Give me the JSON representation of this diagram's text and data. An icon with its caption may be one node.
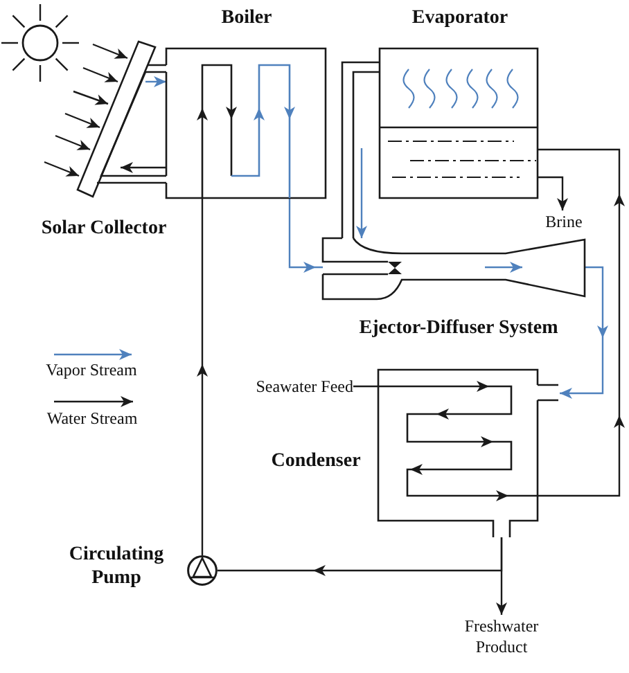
{
  "diagram": {
    "nodes": [
      {
        "text": [
          "Solar Collector"
        ]
      },
      {
        "text": [
          "Boiler"
        ]
      },
      {
        "text": [
          "Evaporator"
        ]
      },
      {
        "text": [
          "Brine"
        ]
      },
      {
        "text": [
          "Ejector-Diffuser System"
        ]
      },
      {
        "text": [
          "Seawater Feed"
        ]
      },
      {
        "text": [
          "Condenser"
        ]
      },
      {
        "text": [
          "Circulating Pump"
        ]
      },
      {
        "text": [
          "Freshwater Product"
        ]
      }
    ],
    "edges": [
      {
        "from": 0,
        "to": 1,
        "arrow": "to",
        "color": "#4f81bd"
      },
      {
        "from": 1,
        "to": 0,
        "arrow": "to"
      },
      {
        "from": 7,
        "to": 1,
        "arrow": "to"
      },
      {
        "from": 1,
        "to": 4,
        "arrow": "to",
        "color": "#4f81bd"
      },
      {
        "from": 2,
        "to": 4,
        "arrow": "to",
        "color": "#4f81bd"
      },
      {
        "from": 2,
        "to": 3,
        "arrow": "to"
      },
      {
        "from": 4,
        "to": 6,
        "arrow": "to",
        "color": "#4f81bd"
      },
      {
        "from": 5,
        "to": 6,
        "arrow": "to"
      },
      {
        "from": 6,
        "to": 2,
        "arrow": "to"
      },
      {
        "from": 6,
        "to": 8,
        "arrow": "to"
      },
      {
        "from": 6,
        "to": 7,
        "arrow": "to"
      }
    ],
    "legend": [
      {
        "text": "Vapor Stream"
      },
      {
        "text": "Water Stream"
      }
    ]
  }
}
